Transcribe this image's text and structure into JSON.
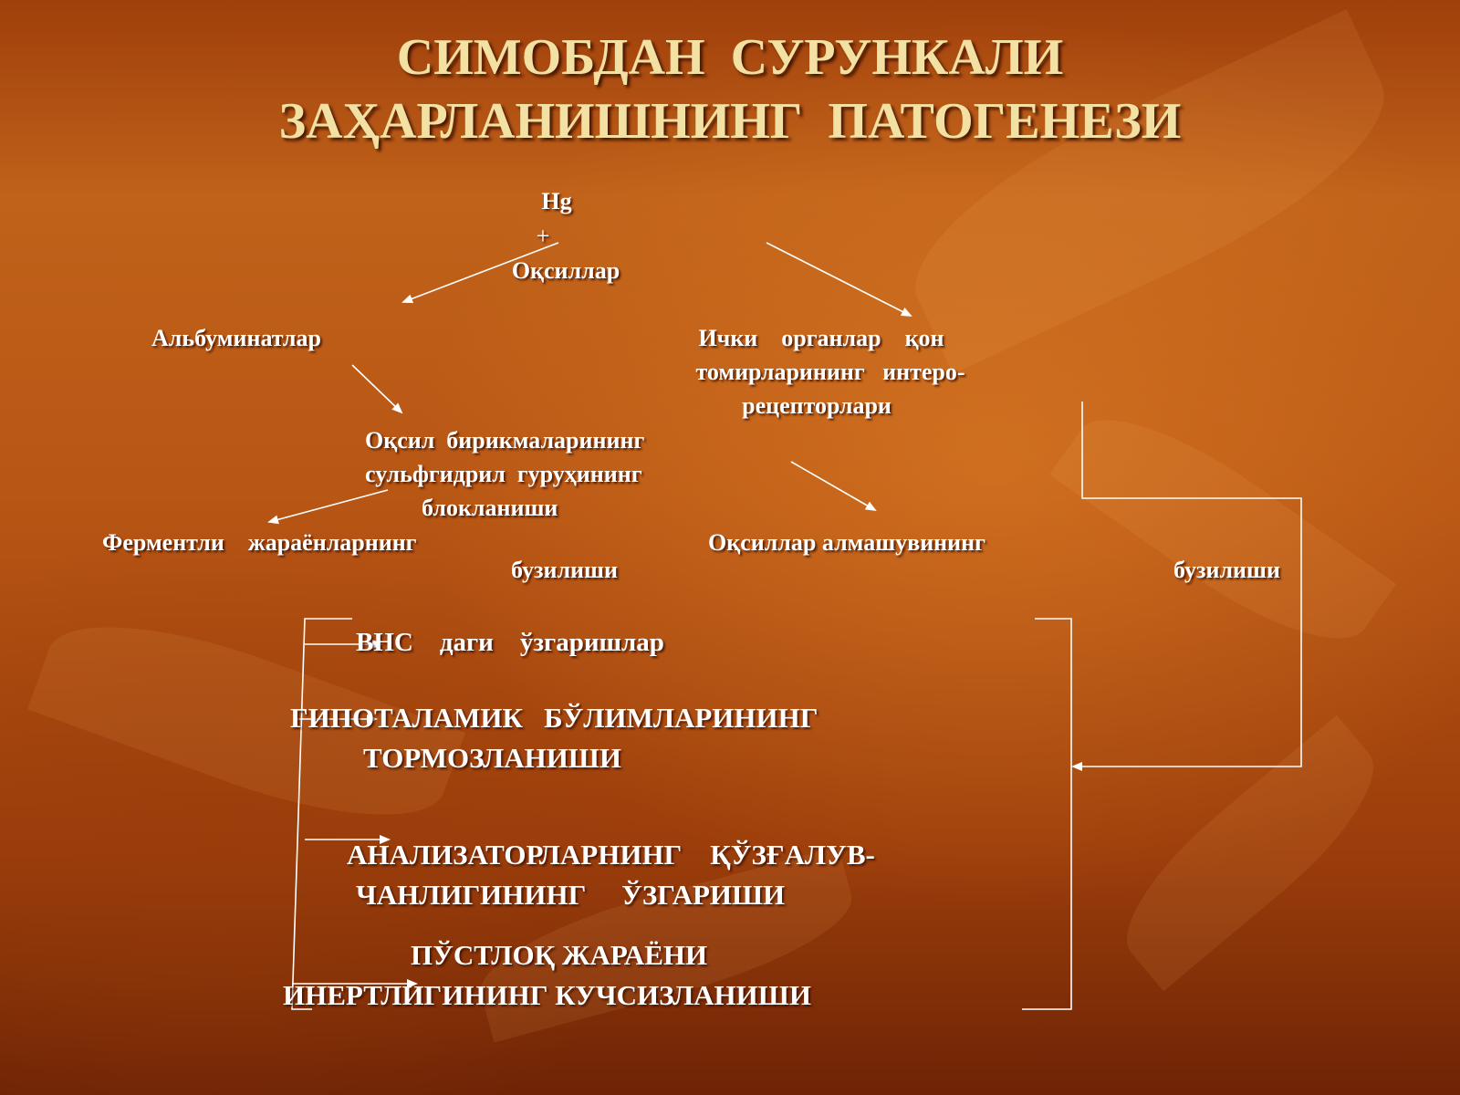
{
  "title": {
    "line1": "СИМОБДАН  СУРУНКАЛИ",
    "line2": "ЗАҲАРЛАНИШНИНГ  ПАТОГЕНЕЗИ"
  },
  "nodes": {
    "hg": "Hg",
    "plus": "+",
    "oksillar": "Оқсиллар",
    "albuminatlar": "Альбуминатлар",
    "ichki_1": "Ички    органлар    қон",
    "ichki_2": "томирларининг   интеро-",
    "ichki_3": "рецепторлари",
    "oksil_1": "Оқсил  бирикмаларининг",
    "oksil_2": "сульфгидрил  гуруҳининг",
    "oksil_3": "блокланиши",
    "fermentli": "Ферментли    жараёнларнинг",
    "buzilishi_left": "бузилиши",
    "almashuv": "Оқсиллар алмашувининг",
    "buzilishi_right": "бузилиши",
    "vns": "ВНС    даги    ўзгаришлар",
    "gipo_1": "ГИПОТАЛАМИК   БЎЛИМЛАРИНИНГ",
    "gipo_2": "ТОРМОЗЛАНИШИ",
    "anal_1": "АНАЛИЗАТОРЛАРНИНГ    ҚЎЗҒАЛУВ-",
    "anal_2": "ЧАНЛИГИНИНГ     ЎЗГАРИШИ",
    "pust_1": "ПЎСТЛОҚ ЖАРАЁНИ",
    "pust_2": "ИНЕРТЛИГИНИНГ КУЧСИЗЛАНИШИ"
  },
  "colors": {
    "title": "#f3e1a4",
    "text": "#ffffff",
    "line": "#ffffff"
  }
}
